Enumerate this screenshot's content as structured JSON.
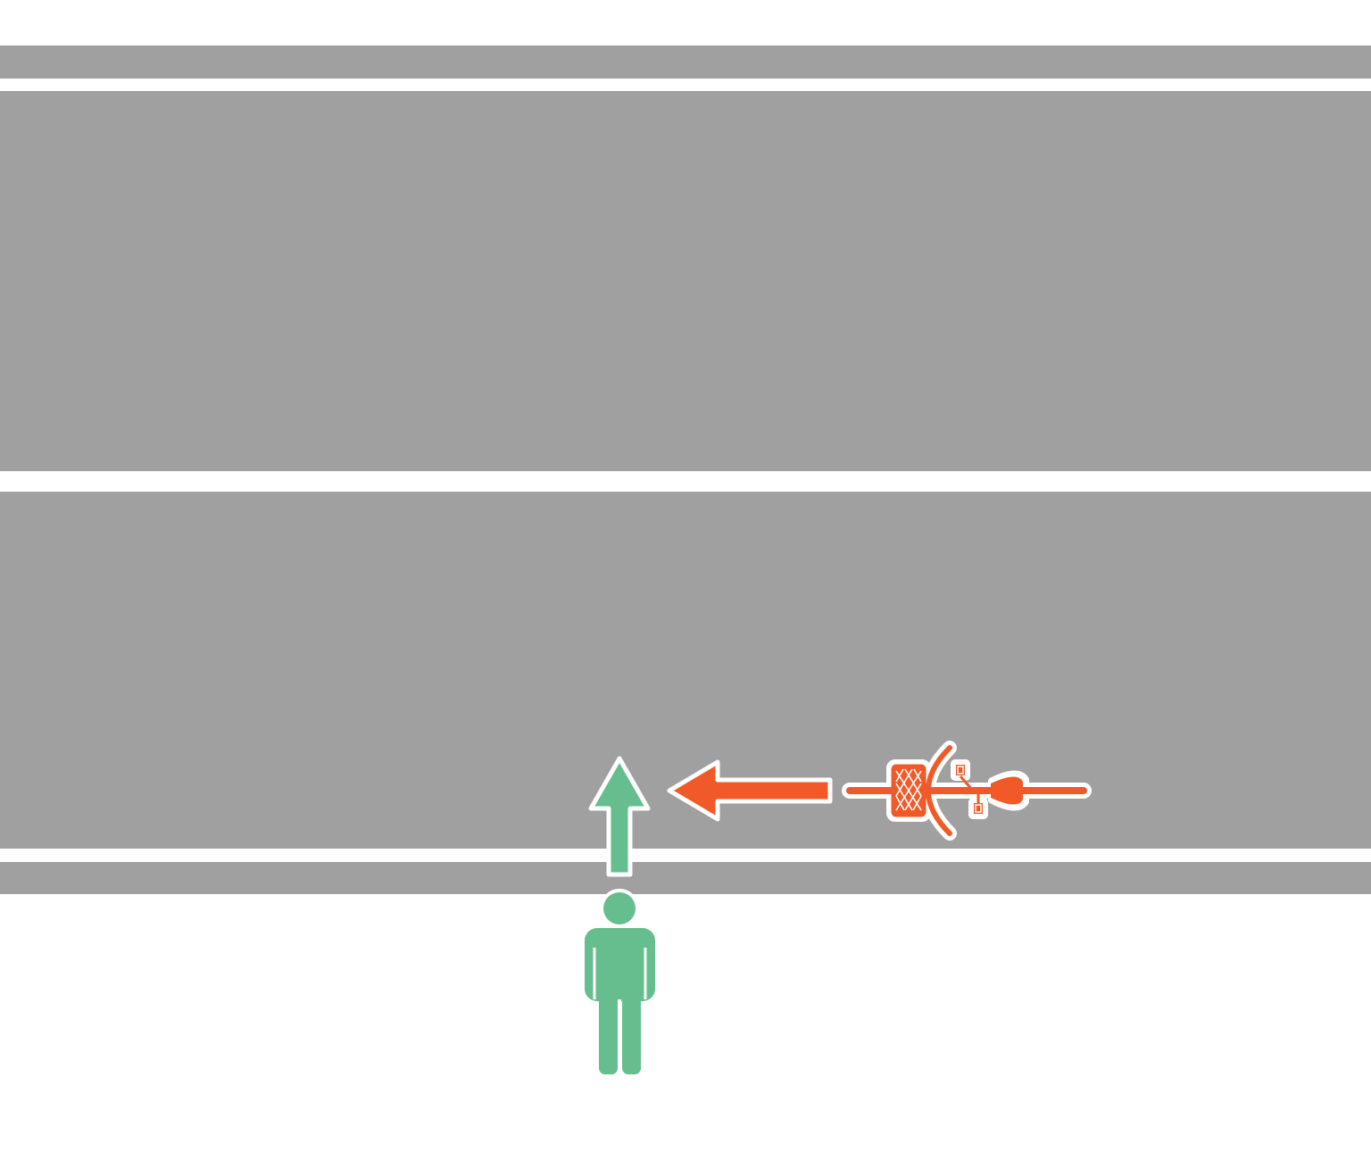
{
  "colors": {
    "background": "#ffffff",
    "road": "#a0a0a0",
    "lane_marking": "#ffffff",
    "pedestrian": "#66bd8e",
    "pedestrian_arrow": "#66bd8e",
    "bicycle": "#f05a28",
    "bicycle_arrow": "#f05a28",
    "outline": "#ffffff"
  },
  "scene": {
    "road_bands": 4,
    "pedestrian_direction": "up",
    "bicycle_direction": "left",
    "icons": [
      "pedestrian-icon",
      "bicycle-icon",
      "arrow-up-icon",
      "arrow-left-icon"
    ]
  }
}
